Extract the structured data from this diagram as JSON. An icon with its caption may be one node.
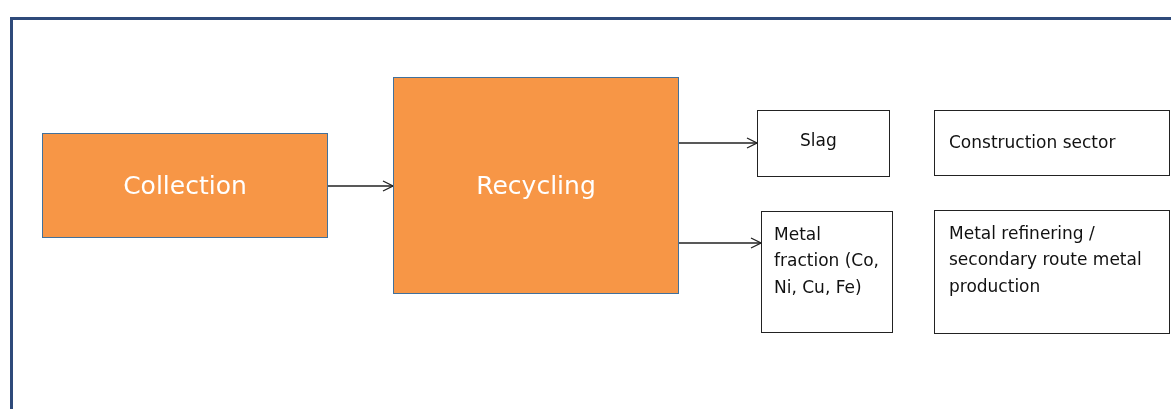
{
  "diagram": {
    "nodes": [
      {
        "text": [
          "Collection"
        ]
      },
      {
        "text": [
          "Recycling"
        ]
      },
      {
        "text": [
          "Slag"
        ]
      },
      {
        "text": [
          "Construction sector"
        ]
      },
      {
        "text": [
          "Metal fraction (Co, Ni, Cu, Fe)"
        ]
      },
      {
        "text": [
          "Metal refinering / secondary route metal production"
        ]
      }
    ],
    "edges": [
      {
        "from": 0,
        "to": 1,
        "arrow": "to"
      },
      {
        "from": 1,
        "to": 2,
        "arrow": "to"
      },
      {
        "from": 1,
        "to": 4,
        "arrow": "to"
      }
    ]
  }
}
